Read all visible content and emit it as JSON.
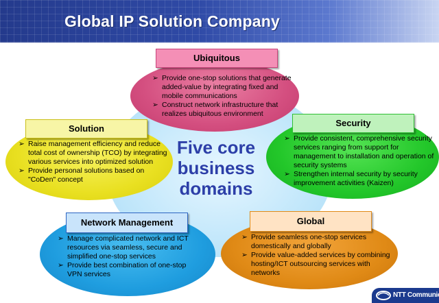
{
  "title": "Global IP Solution Company",
  "center_text": [
    "Five core",
    "business",
    "domains"
  ],
  "colors": {
    "header": "#2f4aa6",
    "ubiquitous": "#d44f80",
    "solution": "#e9e021",
    "security": "#23c72a",
    "network": "#1f9ddf",
    "global": "#e08a16",
    "center_text": "#2d3fa8"
  },
  "bullet_icon": "arrow-bullet-icon",
  "domains": {
    "ubiquitous": {
      "label": "Ubiquitous",
      "bullets": [
        "Provide one-stop solutions that generate added-value by integrating fixed and mobile communications",
        "Construct network infrastructure that realizes ubiquitous environment"
      ]
    },
    "solution": {
      "label": "Solution",
      "bullets": [
        "Raise management efficiency and reduce total cost of ownership (TCO) by integrating various services into optimized solution",
        "Provide personal solutions based on \"CoDen\" concept"
      ]
    },
    "security": {
      "label": "Security",
      "bullets": [
        "Provide consistent, comprehensive security services ranging from support for management to installation and operation of security systems",
        "Strengthen internal security by security improvement activities (Kaizen)"
      ]
    },
    "network": {
      "label": "Network Management",
      "bullets": [
        "Manage complicated network and ICT resources via seamless, secure and simplified one-stop services",
        "Provide best combination of one-stop VPN services"
      ]
    },
    "global": {
      "label": "Global",
      "bullets": [
        "Provide seamless one-stop services domestically and globally",
        "Provide value-added services by combining hosting/ICT outsourcing services with networks"
      ]
    }
  },
  "logo": {
    "text": "NTT Communications"
  }
}
